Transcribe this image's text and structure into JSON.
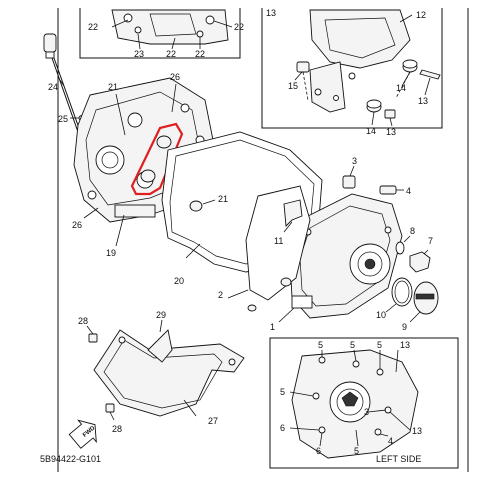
{
  "diagram": {
    "diagram_code": "5B94422-G101",
    "inset_label": "LEFT SIDE",
    "fwd_label": "FWD",
    "accent_color": "#e02020",
    "callouts": [
      {
        "id": "c22a",
        "text": "22"
      },
      {
        "id": "c22b",
        "text": "22"
      },
      {
        "id": "c22c",
        "text": "22"
      },
      {
        "id": "c22d",
        "text": "22"
      },
      {
        "id": "c23",
        "text": "23"
      },
      {
        "id": "c13top",
        "text": "13"
      },
      {
        "id": "c12",
        "text": "12"
      },
      {
        "id": "c24",
        "text": "24"
      },
      {
        "id": "c21a",
        "text": "21"
      },
      {
        "id": "c26a",
        "text": "26"
      },
      {
        "id": "c25",
        "text": "25"
      },
      {
        "id": "c15",
        "text": "15"
      },
      {
        "id": "c14a",
        "text": "14"
      },
      {
        "id": "c13a",
        "text": "13"
      },
      {
        "id": "c14b",
        "text": "14"
      },
      {
        "id": "c13b",
        "text": "13"
      },
      {
        "id": "c3",
        "text": "3"
      },
      {
        "id": "c4",
        "text": "4"
      },
      {
        "id": "c26b",
        "text": "26"
      },
      {
        "id": "c19",
        "text": "19"
      },
      {
        "id": "c21b",
        "text": "21"
      },
      {
        "id": "c11",
        "text": "11"
      },
      {
        "id": "c8",
        "text": "8"
      },
      {
        "id": "c7",
        "text": "7"
      },
      {
        "id": "c20",
        "text": "20"
      },
      {
        "id": "c2",
        "text": "2"
      },
      {
        "id": "c10",
        "text": "10"
      },
      {
        "id": "c9",
        "text": "9"
      },
      {
        "id": "c1",
        "text": "1"
      },
      {
        "id": "c28a",
        "text": "28"
      },
      {
        "id": "c29",
        "text": "29"
      },
      {
        "id": "c27",
        "text": "27"
      },
      {
        "id": "c28b",
        "text": "28"
      },
      {
        "id": "i5a",
        "text": "5"
      },
      {
        "id": "i5b",
        "text": "5"
      },
      {
        "id": "i5c",
        "text": "5"
      },
      {
        "id": "i13a",
        "text": "13"
      },
      {
        "id": "i5d",
        "text": "5"
      },
      {
        "id": "i6a",
        "text": "6"
      },
      {
        "id": "i6b",
        "text": "6"
      },
      {
        "id": "i3",
        "text": "3"
      },
      {
        "id": "i5e",
        "text": "5"
      },
      {
        "id": "i4",
        "text": "4"
      },
      {
        "id": "i13b",
        "text": "13"
      }
    ]
  }
}
